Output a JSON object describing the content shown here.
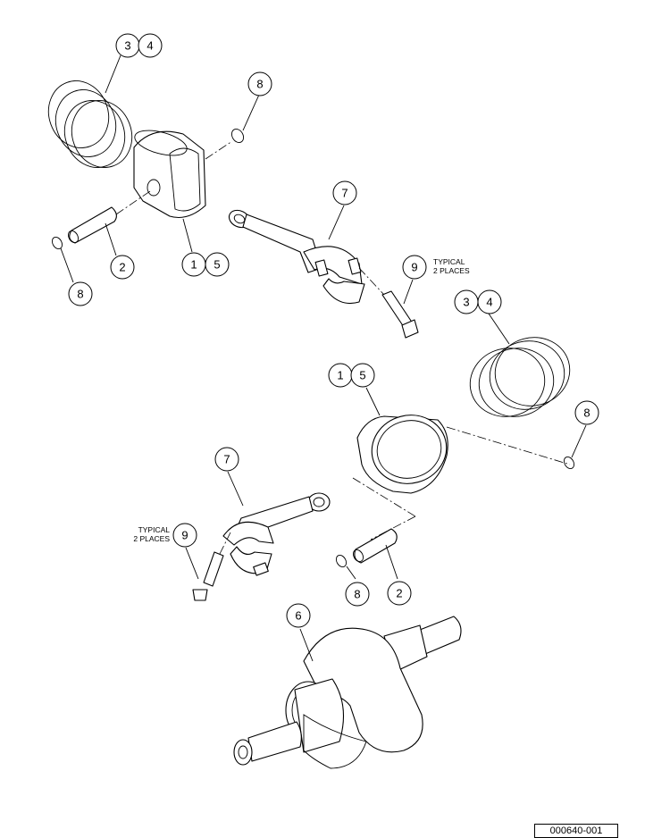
{
  "callouts": {
    "ringsTop_a": "3",
    "ringsTop_b": "4",
    "clipTop": "8",
    "rodTop": "7",
    "boltTop": "9",
    "pistonTop_a": "1",
    "pistonTop_b": "5",
    "pinTop": "2",
    "clipLeft": "8",
    "ringsMid_a": "3",
    "ringsMid_b": "4",
    "pistonMid_a": "1",
    "pistonMid_b": "5",
    "clipMid": "8",
    "rodLow": "7",
    "boltLow": "9",
    "clipLow": "8",
    "pinLow": "2",
    "crank": "6"
  },
  "notes": {
    "typical_line1": "TYPICAL",
    "typical_line2": "2 PLACES"
  },
  "figure_id": "000640-001"
}
